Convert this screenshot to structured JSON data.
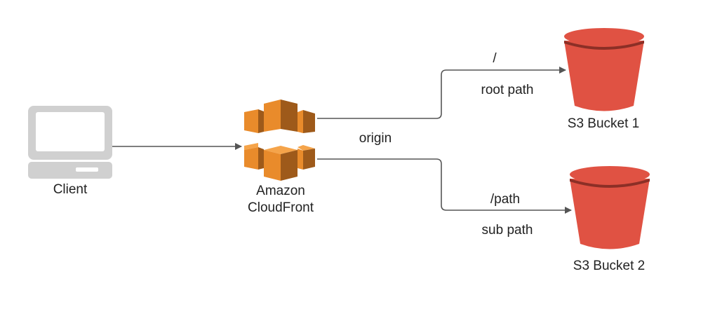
{
  "nodes": {
    "client": {
      "label": "Client",
      "icon": "laptop-icon"
    },
    "cloudfront": {
      "label_line1": "Amazon",
      "label_line2": "CloudFront",
      "icon": "aws-cloudfront-icon"
    },
    "bucket1": {
      "label": "S3 Bucket 1",
      "icon": "s3-bucket-icon"
    },
    "bucket2": {
      "label": "S3 Bucket 2",
      "icon": "s3-bucket-icon"
    }
  },
  "edges": {
    "client_to_cloudfront": {
      "from": "Client",
      "to": "Amazon CloudFront"
    },
    "cloudfront_to_bucket1": {
      "from": "Amazon CloudFront",
      "to": "S3 Bucket 1",
      "path": "/",
      "description": "root path"
    },
    "cloudfront_to_bucket2": {
      "from": "Amazon CloudFront",
      "to": "S3 Bucket 2",
      "path": "/path",
      "description": "sub path"
    }
  },
  "origin_label": "origin",
  "colors": {
    "cloudfront_orange": "#E98B2B",
    "cloudfront_light": "#F5A44A",
    "cloudfront_dark": "#9E5A1A",
    "s3_red": "#E05243",
    "s3_dark": "#8C2F26",
    "laptop_gray": "#D0D0D0",
    "connector": "#555555"
  }
}
